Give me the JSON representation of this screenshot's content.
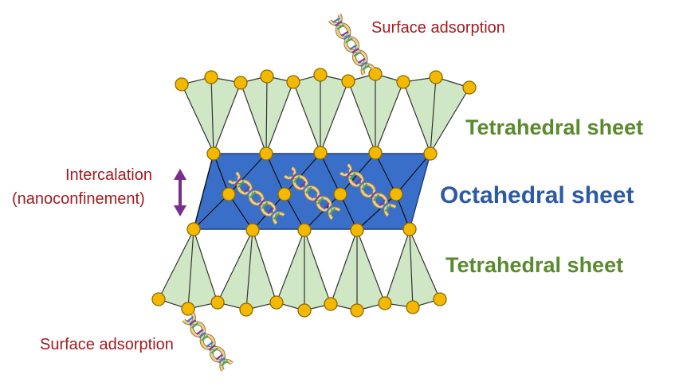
{
  "labels": {
    "surface_adsorption_top": "Surface adsorption",
    "surface_adsorption_bottom": "Surface adsorption",
    "intercalation_line1": "Intercalation",
    "intercalation_line2": "(nanoconfinement)",
    "tetrahedral_top": "Tetrahedral sheet",
    "octahedral": "Octahedral sheet",
    "tetrahedral_bottom": "Tetrahedral sheet"
  },
  "colors": {
    "tetrahedra_fill": "#cfe7c4",
    "octahedral_fill": "#3a6fc9",
    "atom_fill": "#f5b800",
    "atom_stroke": "#8a6a00",
    "arrow": "#7b2d8b",
    "dna_backbone": "#e9c88a",
    "label_red": "#a31b1f",
    "label_green": "#5a8a2e",
    "label_blue": "#2c5aa5"
  },
  "icons": [
    "dna-helix-icon",
    "double-arrow-icon",
    "atom-icon"
  ]
}
